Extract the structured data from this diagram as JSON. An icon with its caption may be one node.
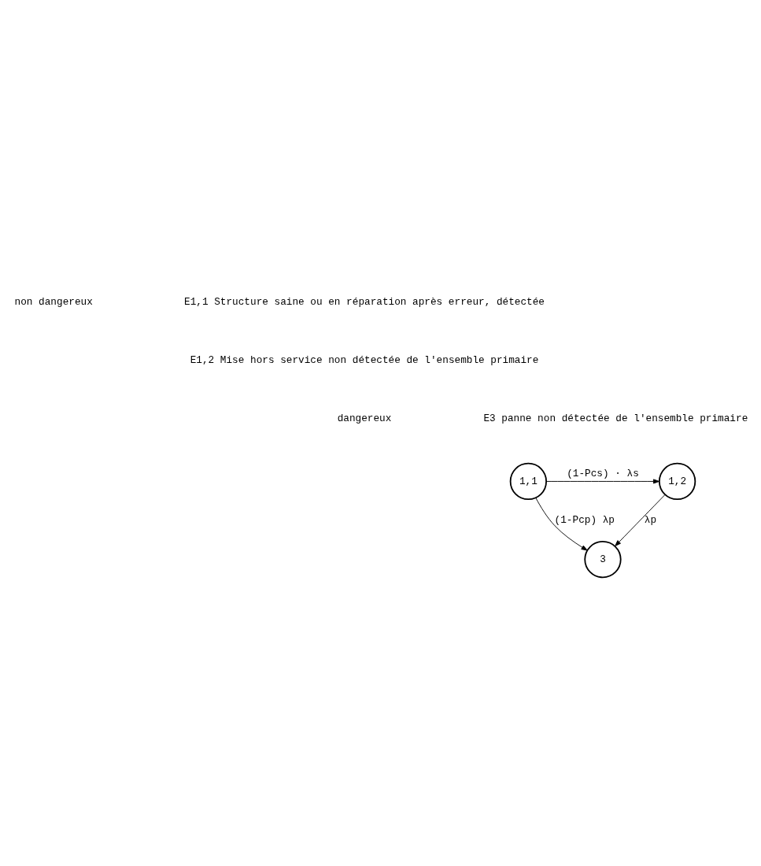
{
  "diagram": {
    "nodes": [
      {
        "text": [
          "1,2"
        ]
      },
      {
        "text": [
          "1,1"
        ]
      },
      {
        "text": [
          "3"
        ]
      }
    ],
    "edges": [
      {
        "from": 1,
        "to": 0,
        "arrow": "to",
        "label": "(1-Pcs) · λs"
      },
      {
        "from": 1,
        "to": 2,
        "arrow": "to",
        "label": "(1-Pcp) λp"
      },
      {
        "from": 0,
        "to": 2,
        "arrow": "to",
        "label": "λp"
      }
    ],
    "labels": [
      "non dangereux",
      "E1,1 Structure saine ou en réparation après erreur, détectée",
      "E1,2 Mise hors service non détectée de l'ensemble primaire",
      "dangereux",
      "E3 panne non détectée de l'ensemble primaire"
    ]
  }
}
